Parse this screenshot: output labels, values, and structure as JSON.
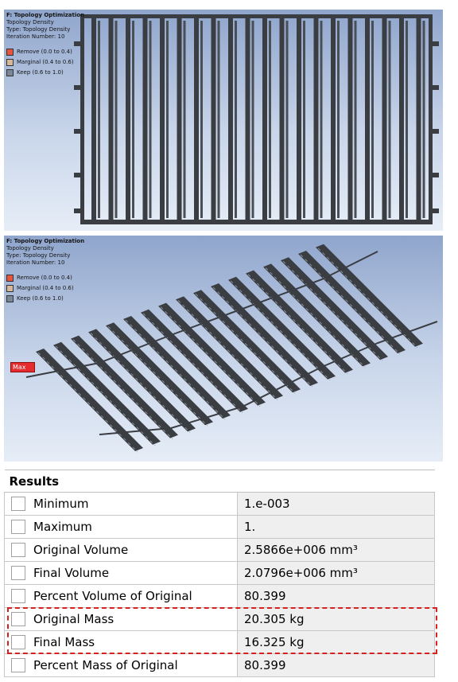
{
  "viewports": [
    {
      "title": "F: Topology Optimization",
      "subtitle": "Topology Density",
      "type_line": "Type: Topology Density",
      "iteration_line": "Iteration Number: 10",
      "legend": [
        {
          "label": "Remove (0.0 to 0.4)",
          "color": "#e8553c"
        },
        {
          "label": "Marginal (0.4 to 0.6)",
          "color": "#d8b89a"
        },
        {
          "label": "Keep (0.6 to 1.0)",
          "color": "#7a8794"
        }
      ]
    },
    {
      "title": "F: Topology Optimization",
      "subtitle": "Topology Density",
      "type_line": "Type: Topology Density",
      "iteration_line": "Iteration Number: 10",
      "legend": [
        {
          "label": "Remove (0.0 to 0.4)",
          "color": "#e8553c"
        },
        {
          "label": "Marginal (0.4 to 0.6)",
          "color": "#d8b89a"
        },
        {
          "label": "Keep (0.6 to 1.0)",
          "color": "#7a8794"
        }
      ],
      "max_label": "Max"
    }
  ],
  "results": {
    "header": "Results",
    "rows": [
      {
        "label": "Minimum",
        "value": "1.e-003"
      },
      {
        "label": "Maximum",
        "value": "1."
      },
      {
        "label": "Original Volume",
        "value": "2.5866e+006 mm³"
      },
      {
        "label": "Final Volume",
        "value": "2.0796e+006 mm³"
      },
      {
        "label": "Percent Volume of Original",
        "value": "80.399"
      },
      {
        "label": "Original Mass",
        "value": "20.305 kg"
      },
      {
        "label": "Final Mass",
        "value": "16.325 kg"
      },
      {
        "label": "Percent Mass of Original",
        "value": "80.399"
      }
    ]
  },
  "colors": {
    "model": "#3a3d42",
    "highlight": "#d62121",
    "max_tag": "#e52b2b"
  }
}
